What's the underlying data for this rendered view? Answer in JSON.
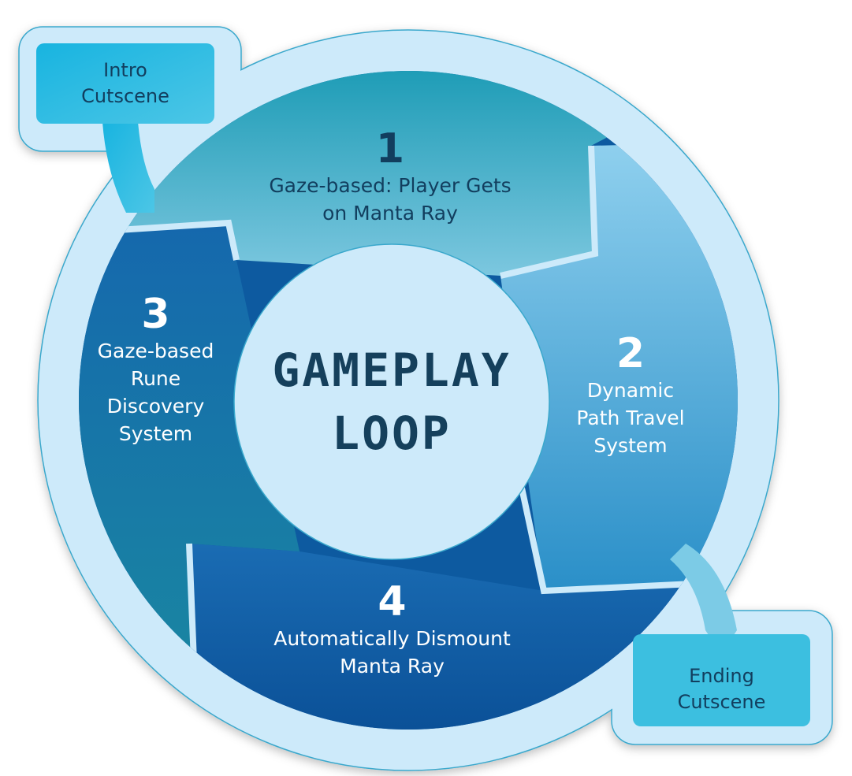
{
  "title": "GAMEPLAY LOOP",
  "title_lines": [
    "GAMEPLAY",
    "LOOP"
  ],
  "intro": {
    "line1": "Intro",
    "line2": "Cutscene"
  },
  "ending": {
    "line1": "Ending",
    "line2": "Cutscene"
  },
  "steps": [
    {
      "number": "1",
      "line1": "Gaze-based: Player Gets",
      "line2": "on Manta Ray"
    },
    {
      "number": "2",
      "line1": "Dynamic",
      "line2": "Path Travel",
      "line3": "System"
    },
    {
      "number": "3",
      "line1": "Gaze-based",
      "line2": "Rune",
      "line3": "Discovery",
      "line4": "System"
    },
    {
      "number": "4",
      "line1": "Automatically Dismount",
      "line2": "Manta Ray"
    }
  ],
  "colors": {
    "ring": "#cdeafa",
    "ring_border": "#3aa8cc",
    "text_dark": "#123e5e"
  }
}
